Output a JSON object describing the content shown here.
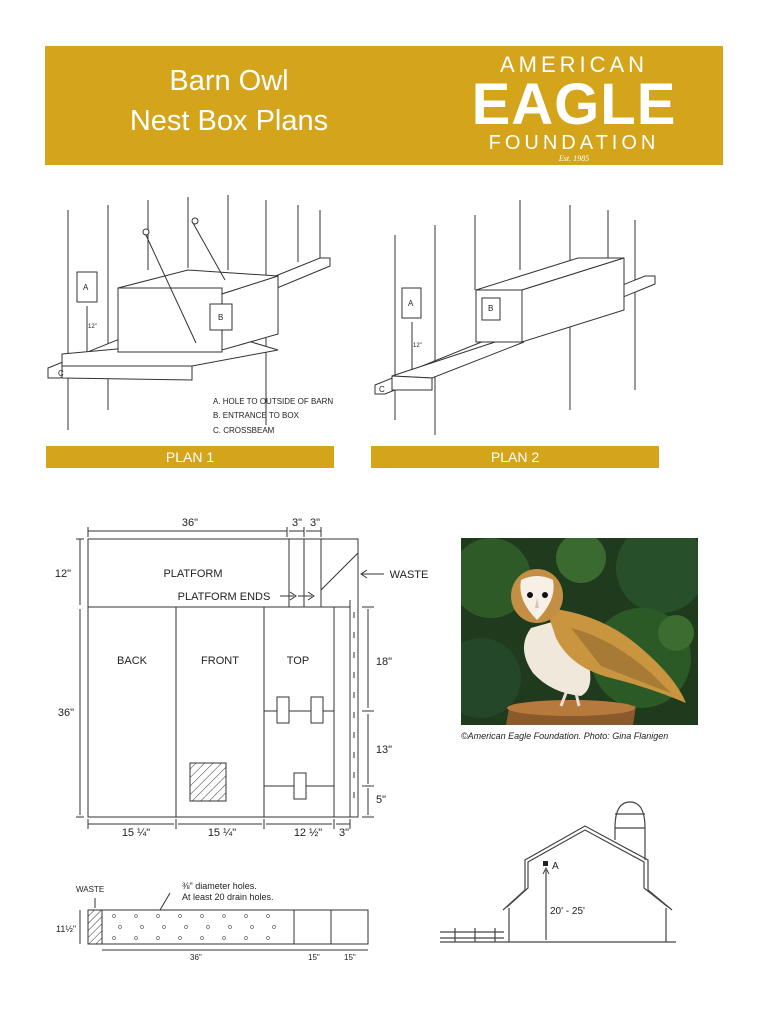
{
  "header": {
    "title_line1": "Barn Owl",
    "title_line2": "Nest Box Plans",
    "logo_top": "AMERICAN",
    "logo_mid": "EAGLE",
    "logo_bottom": "FOUNDATION",
    "logo_est": "Est. 1985"
  },
  "plans": {
    "legend": [
      "A. HOLE TO OUTSIDE OF BARN",
      "B. ENTRANCE TO BOX",
      "C. CROSSBEAM"
    ],
    "label_a": "A",
    "label_b": "B",
    "label_c": "C",
    "height_label": "12\"",
    "plan1": "PLAN 1",
    "plan2": "PLAN 2"
  },
  "cut_diagram": {
    "dim_top_36": "36\"",
    "dim_top_3a": "3\"",
    "dim_top_3b": "3\"",
    "dim_left_12": "12\"",
    "dim_left_36": "36\"",
    "platform": "PLATFORM",
    "waste": "WASTE",
    "platform_ends": "PLATFORM ENDS",
    "back": "BACK",
    "front": "FRONT",
    "top": "TOP",
    "dim_right_18": "18\"",
    "dim_right_13": "13\"",
    "dim_right_5": "5\"",
    "dim_bottom_1": "15 ¼\"",
    "dim_bottom_2": "15 ¼\"",
    "dim_bottom_3": "12 ½\"",
    "dim_bottom_4": "3\""
  },
  "photo": {
    "caption": "©American Eagle Foundation. Photo: Gina Flanigen"
  },
  "floor_diagram": {
    "waste": "WASTE",
    "holes_line1": "⅜\" diameter holes.",
    "holes_line2": "At least 20 drain holes.",
    "dim_height": "11½\"",
    "dim_36": "36\"",
    "dim_15a": "15\"",
    "dim_15b": "15\""
  },
  "barn": {
    "label_a": "A",
    "height": "20' - 25'"
  }
}
